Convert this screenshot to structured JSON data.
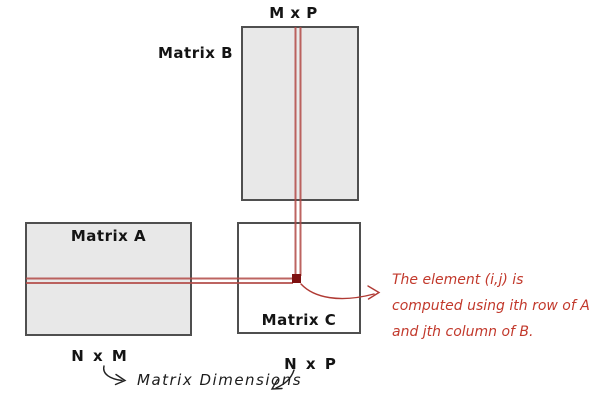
{
  "labels": {
    "matrix_a": "Matrix A",
    "matrix_b": "Matrix B",
    "matrix_c": "Matrix C",
    "dim_matrix_b": "M x P",
    "dim_matrix_a": "N x M",
    "dim_matrix_c": "N x P",
    "dimensions_caption": "Matrix Dimensions"
  },
  "annotation": {
    "line1": "The element (i,j) is",
    "line2": "computed using ith row of A",
    "line3": "and jth column of B."
  },
  "colors": {
    "matrix_fill": "#e8e8e8",
    "matrix_c_fill": "#ffffff",
    "matrix_border": "#4f4f4f",
    "highlight_line_red": "#b24a46",
    "element_dot_red": "#7e1010",
    "annotation_red": "#c2392c",
    "label_black": "#141414"
  },
  "icons": {
    "annotation_arrow": "curved-arrow-right",
    "nxm_arrow": "curved-arrow-down-right",
    "nxp_arrow": "curved-arrow-down-left"
  }
}
